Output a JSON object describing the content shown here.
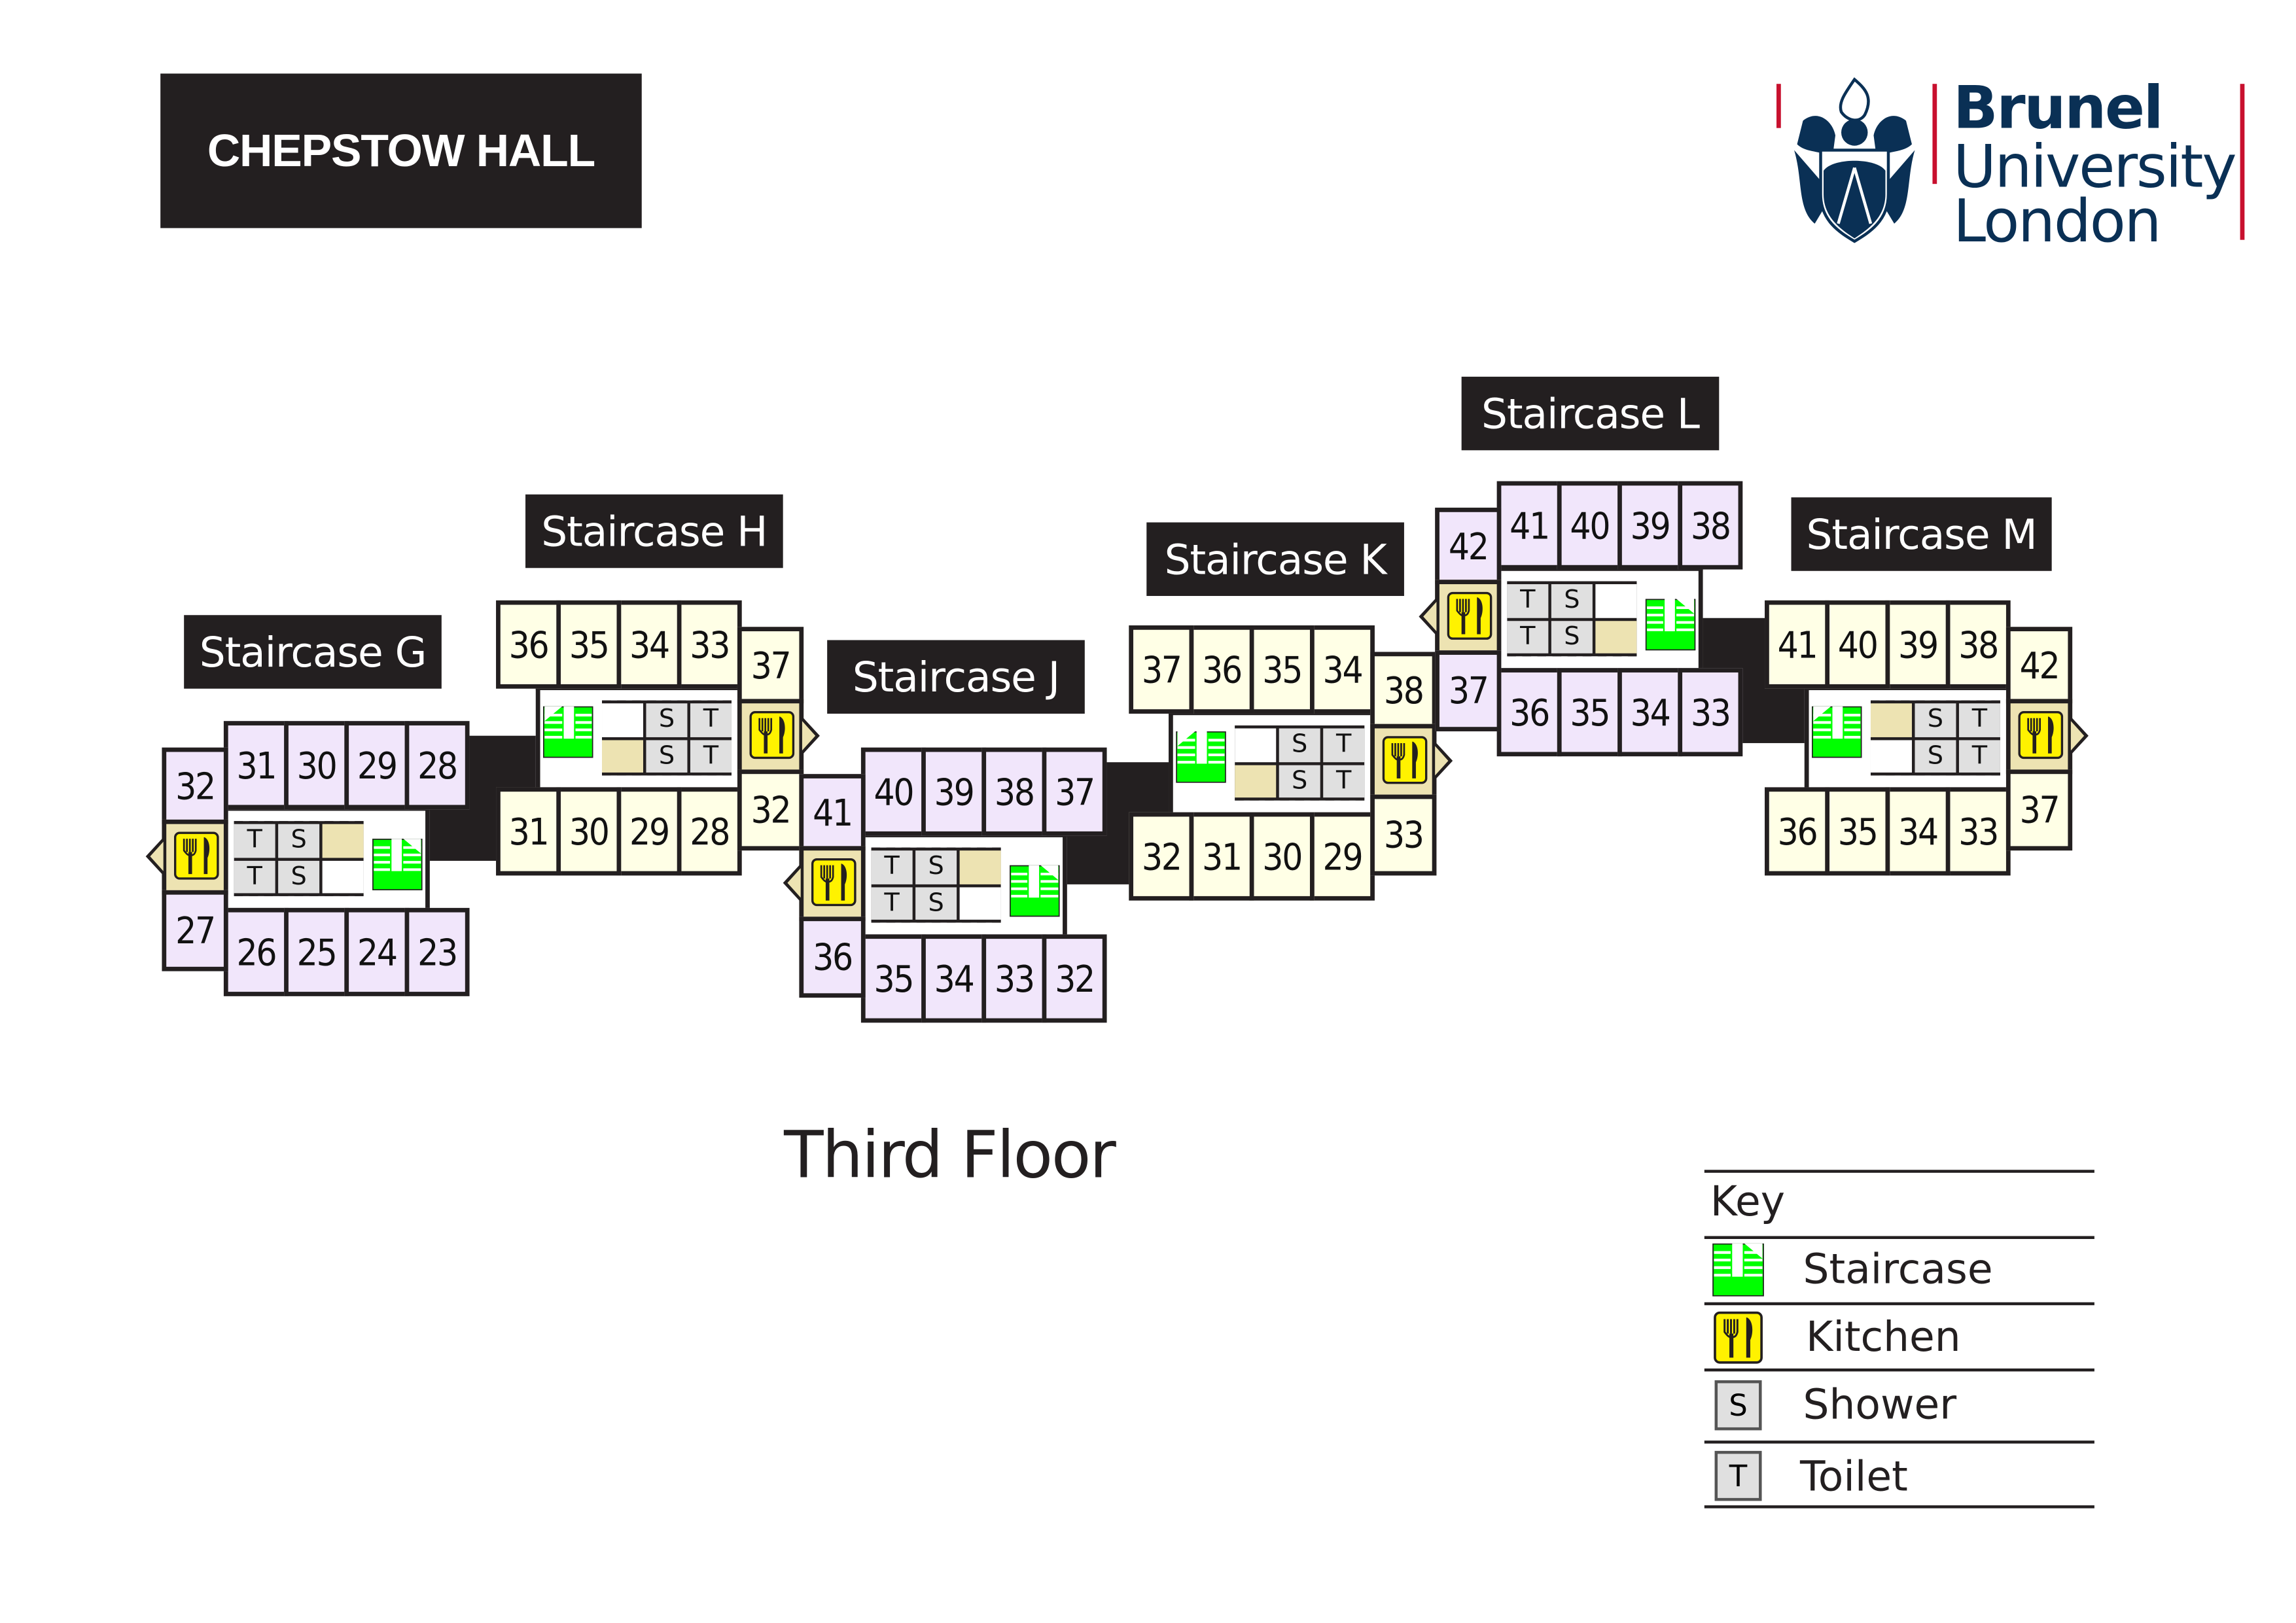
{
  "header": {
    "title": "CHEPSTOW HALL"
  },
  "logo": {
    "line1": "Brunel",
    "line2": "University",
    "line3": "London",
    "bar_color": "#c8102e",
    "text_color": "#0a3055"
  },
  "floor_label": "Third Floor",
  "codes": {
    "toilet": "T",
    "shower": "S"
  },
  "colors": {
    "lavender": "#f1e6fb",
    "cream": "#ffffe6",
    "staircase": "#00ff00",
    "kitchen": "#fff200",
    "tan": "#ede3b2",
    "facility": "#e0e0e0"
  },
  "staircases": [
    {
      "label": "Staircase G",
      "top_rooms": [
        "31",
        "30",
        "29",
        "28"
      ],
      "end_top": "32",
      "end_bottom": "27",
      "bottom_rooms": [
        "26",
        "25",
        "24",
        "23"
      ]
    },
    {
      "label": "Staircase H",
      "top_rooms": [
        "33",
        "34",
        "35",
        "36"
      ],
      "end_top": "37",
      "end_bottom": "32",
      "bottom_rooms": [
        "28",
        "29",
        "30",
        "31"
      ]
    },
    {
      "label": "Staircase J",
      "top_rooms": [
        "40",
        "39",
        "38",
        "37"
      ],
      "end_top": "41",
      "end_bottom": "36",
      "bottom_rooms": [
        "35",
        "34",
        "33",
        "32"
      ]
    },
    {
      "label": "Staircase K",
      "top_rooms": [
        "34",
        "35",
        "36",
        "37"
      ],
      "end_top": "38",
      "end_bottom": "33",
      "bottom_rooms": [
        "29",
        "30",
        "31",
        "32"
      ]
    },
    {
      "label": "Staircase L",
      "top_rooms": [
        "41",
        "40",
        "39",
        "38"
      ],
      "end_top": "42",
      "end_bottom": "37",
      "bottom_rooms": [
        "36",
        "35",
        "34",
        "33"
      ]
    },
    {
      "label": "Staircase M",
      "top_rooms": [
        "38",
        "39",
        "40",
        "41"
      ],
      "end_top": "42",
      "end_bottom": "37",
      "bottom_rooms": [
        "33",
        "34",
        "35",
        "36"
      ]
    }
  ],
  "key": {
    "title": "Key",
    "items": [
      {
        "icon": "staircase-icon",
        "label": "Staircase"
      },
      {
        "icon": "kitchen-icon",
        "label": "Kitchen"
      },
      {
        "icon": "S",
        "label": "Shower"
      },
      {
        "icon": "T",
        "label": "Toilet"
      }
    ]
  }
}
